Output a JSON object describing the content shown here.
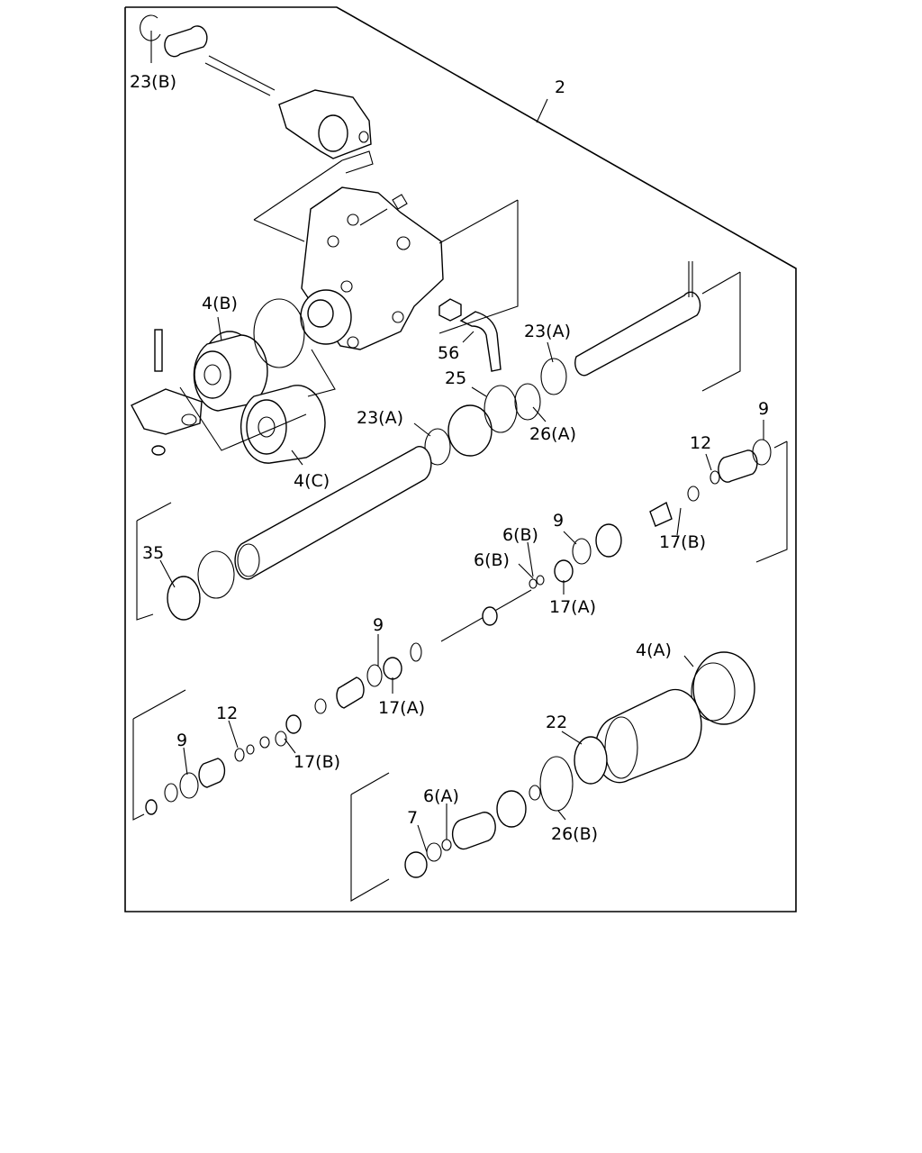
{
  "diagram": {
    "callouts": [
      {
        "id": "c2",
        "text": "2"
      },
      {
        "id": "c23b",
        "text": "23(B)"
      },
      {
        "id": "c4b",
        "text": "4(B)"
      },
      {
        "id": "c56",
        "text": "56"
      },
      {
        "id": "c23a1",
        "text": "23(A)"
      },
      {
        "id": "c25",
        "text": "25"
      },
      {
        "id": "c23a2",
        "text": "23(A)"
      },
      {
        "id": "c26a",
        "text": "26(A)"
      },
      {
        "id": "c4c",
        "text": "4(C)"
      },
      {
        "id": "c9a",
        "text": "9"
      },
      {
        "id": "c12a",
        "text": "12"
      },
      {
        "id": "c9b",
        "text": "9"
      },
      {
        "id": "c17b1",
        "text": "17(B)"
      },
      {
        "id": "c6b1",
        "text": "6(B)"
      },
      {
        "id": "c6b2",
        "text": "6(B)"
      },
      {
        "id": "c35",
        "text": "35"
      },
      {
        "id": "c17a1",
        "text": "17(A)"
      },
      {
        "id": "c9c",
        "text": "9"
      },
      {
        "id": "c17a2",
        "text": "17(A)"
      },
      {
        "id": "c4a",
        "text": "4(A)"
      },
      {
        "id": "c12b",
        "text": "12"
      },
      {
        "id": "c9d",
        "text": "9"
      },
      {
        "id": "c17b2",
        "text": "17(B)"
      },
      {
        "id": "c22",
        "text": "22"
      },
      {
        "id": "c6a",
        "text": "6(A)"
      },
      {
        "id": "c7",
        "text": "7"
      },
      {
        "id": "c26b",
        "text": "26(B)"
      }
    ]
  }
}
